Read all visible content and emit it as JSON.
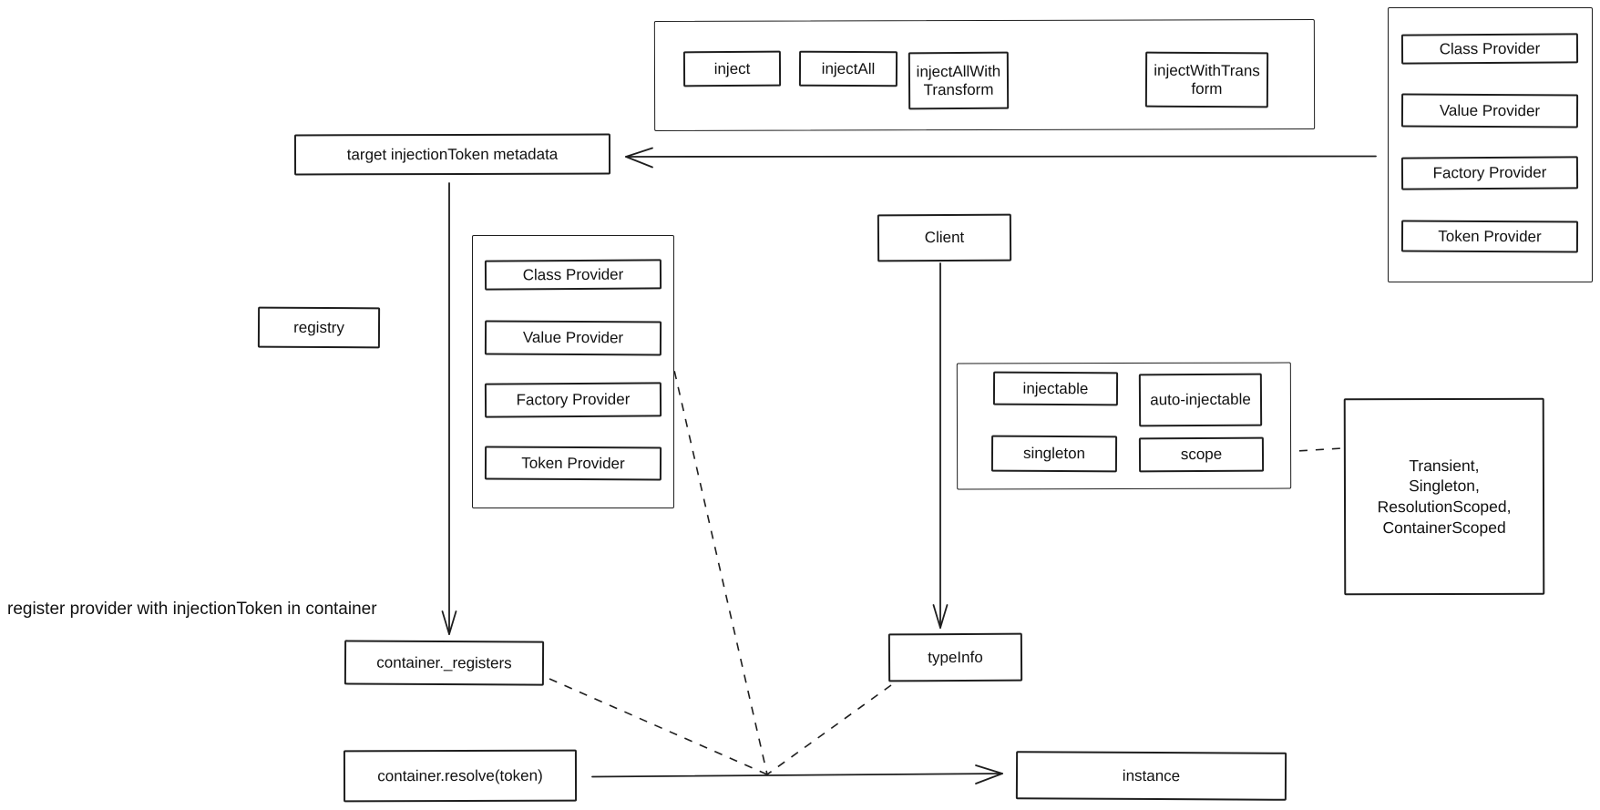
{
  "diagram": {
    "colors": {
      "stroke": "#1e1e1e",
      "background": "#ffffff"
    },
    "inject_group": {
      "items": [
        "inject",
        "injectAll",
        "injectAllWithTransform",
        "injectWithTransform"
      ]
    },
    "right_providers": {
      "items": [
        "Class Provider",
        "Value Provider",
        "Factory Provider",
        "Token Provider"
      ]
    },
    "mid_providers": {
      "items": [
        "Class Provider",
        "Value Provider",
        "Factory Provider",
        "Token Provider"
      ]
    },
    "decorators": {
      "items": [
        "injectable",
        "auto-injectable",
        "singleton",
        "scope"
      ]
    },
    "nodes": {
      "target_metadata": "target injectionToken metadata",
      "registry": "registry",
      "client": "Client",
      "container_registers": "container._registers",
      "type_info": "typeInfo",
      "container_resolve": "container.resolve(token)",
      "instance": "instance"
    },
    "scope_values": {
      "lines": [
        "Transient,",
        "Singleton,",
        "ResolutionScoped,",
        "ContainerScoped"
      ]
    },
    "annotations": {
      "register_note": "register provider with injectionToken in container"
    }
  }
}
